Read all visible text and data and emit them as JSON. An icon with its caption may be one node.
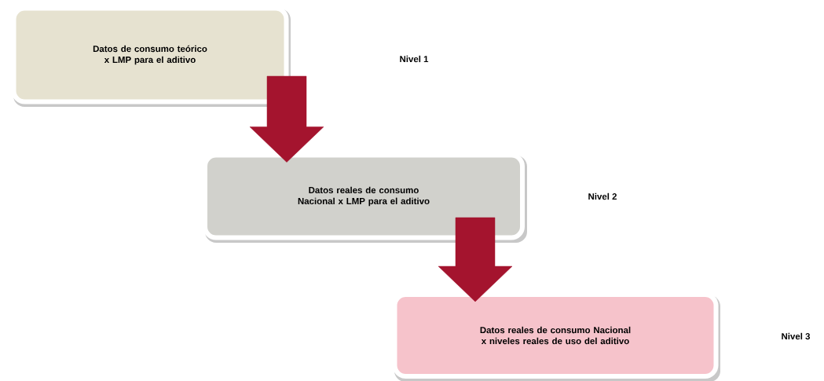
{
  "diagram": {
    "nodes": [
      {
        "text": [
          "Datos de consumo teórico x LMP para el aditivo"
        ]
      },
      {
        "text": [
          "Datos reales de consumo Nacional x LMP para el aditivo"
        ]
      },
      {
        "text": [
          "Datos reales de consumo Nacional x niveles reales de uso del aditivo"
        ]
      }
    ],
    "edges": [
      {
        "from": 0,
        "to": 1,
        "arrow": "to"
      },
      {
        "from": 1,
        "to": 2,
        "arrow": "to"
      }
    ],
    "labels": [
      "Nivel 1",
      "Nivel 2",
      "Nivel 3"
    ]
  }
}
